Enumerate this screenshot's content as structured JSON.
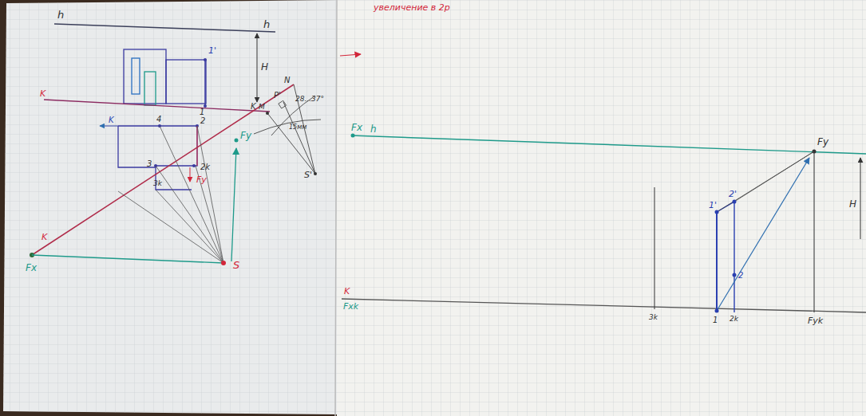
{
  "diagram": {
    "labels": [
      "h",
      "h",
      "1'",
      "H",
      "K",
      "1",
      "K",
      "P'",
      "N",
      "M",
      "28...37°",
      "15мм",
      "K",
      "4",
      "2",
      "3",
      "2k",
      "3k",
      "Fy",
      "Fy",
      "K",
      "Fx",
      "S",
      "S'",
      "увеличение в 2р",
      "Fx",
      "h",
      "Fy",
      "H",
      "K",
      "Fxk",
      "1'",
      "2'",
      "2",
      "3k",
      "1",
      "2k",
      "Fyk"
    ]
  }
}
